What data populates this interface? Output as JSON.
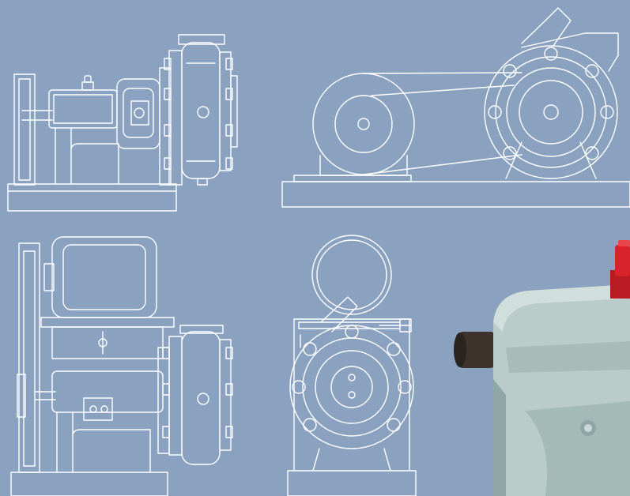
{
  "colors": {
    "background": "#8aa2c0",
    "line": "#ffffff",
    "pump_body": "#b9ccc9",
    "pump_shadow": "#8ea7a4",
    "cap": "#d9232a",
    "shaft": "#3d332c"
  },
  "views": [
    "side-view-drawing",
    "front-view-belt-drive-drawing",
    "side-view-belt-drive-drawing",
    "end-view-drawing"
  ],
  "photo": "pump-photo"
}
